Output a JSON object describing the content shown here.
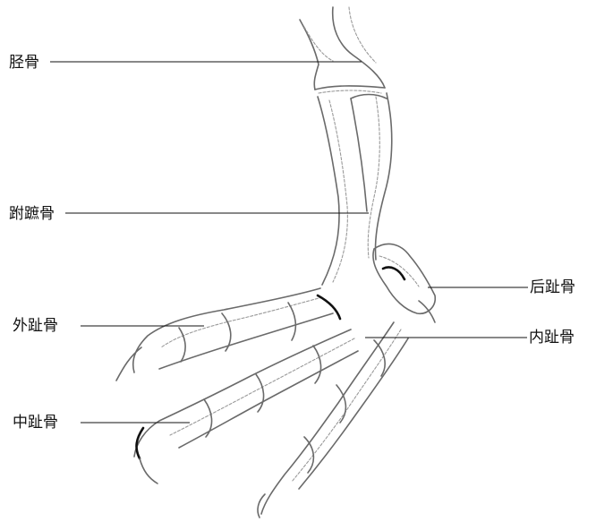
{
  "labels": {
    "tibia": "胫骨",
    "tarsometatarsus": "跗蹠骨",
    "outer_toe": "外趾骨",
    "middle_toe": "中趾骨",
    "rear_toe": "后趾骨",
    "inner_toe": "内趾骨"
  }
}
